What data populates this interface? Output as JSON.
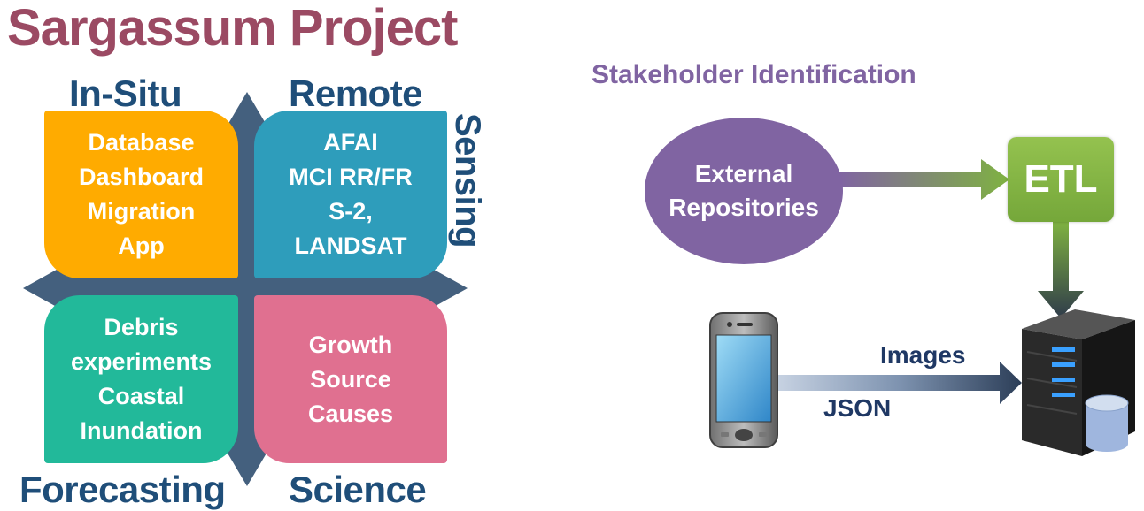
{
  "left_panel": {
    "title": "Sargassum Project",
    "labels": {
      "in_situ": "In-Situ",
      "remote": "Remote",
      "sensing": "Sensing",
      "forecasting": "Forecasting",
      "science": "Science"
    },
    "quadrants": {
      "in_situ": {
        "lines": [
          "Database",
          "Dashboard",
          "Migration",
          "App"
        ],
        "color": "#ffab00"
      },
      "remote_sensing": {
        "lines": [
          "AFAI",
          "MCI RR/FR",
          "S-2,",
          "LANDSAT"
        ],
        "color": "#2e9dbb"
      },
      "forecasting": {
        "lines": [
          "Debris",
          "experiments",
          "Coastal",
          "Inundation"
        ],
        "color": "#22b99a"
      },
      "science": {
        "lines": [
          "Growth",
          "Source",
          "Causes"
        ],
        "color": "#e07090"
      }
    },
    "arrow_color": "#44607e"
  },
  "right_panel": {
    "stakeholder_label": "Stakeholder Identification",
    "external_repositories": [
      "External",
      "Repositories"
    ],
    "etl": "ETL",
    "images_label": "Images",
    "json_label": "JSON",
    "icons": [
      "phone-icon",
      "server-icon",
      "database-icon"
    ],
    "colors": {
      "purple": "#8064a2",
      "green": "#7fb241",
      "navy": "#1f3864"
    }
  }
}
